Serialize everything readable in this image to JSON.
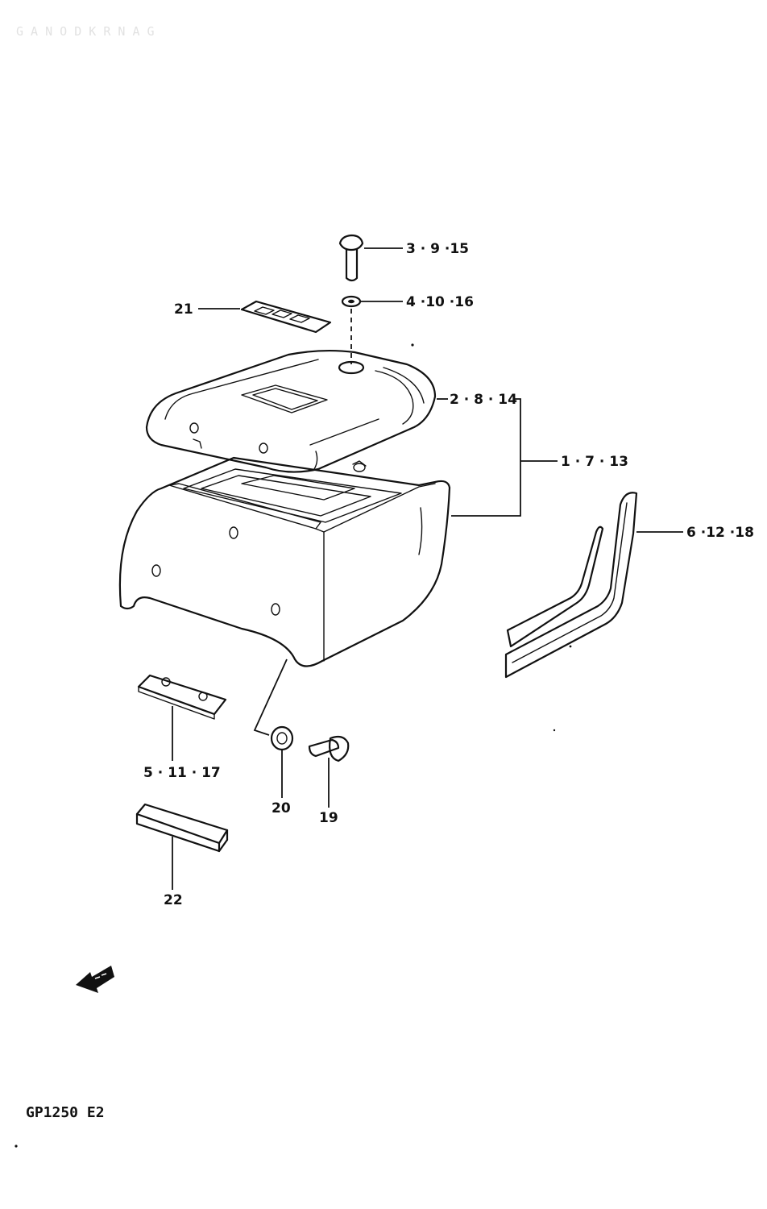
{
  "header_faint": "G  A  N  O  D  K  R  N  A  G",
  "callouts": {
    "c_3_9_15": "3 · 9 ·15",
    "c_4_10_16": "4 ·10 ·16",
    "c_21": "21",
    "c_2_8_14": "2 · 8 · 14",
    "c_1_7_13": "1 · 7 · 13",
    "c_6_12_18": "6 ·12 ·18",
    "c_5_11_17": "5 · 11 · 17",
    "c_20": "20",
    "c_19": "19",
    "c_22": "22"
  },
  "footer_code": "GP1250  E2",
  "icons": {
    "front_arrow": "front-direction-arrow-icon"
  }
}
